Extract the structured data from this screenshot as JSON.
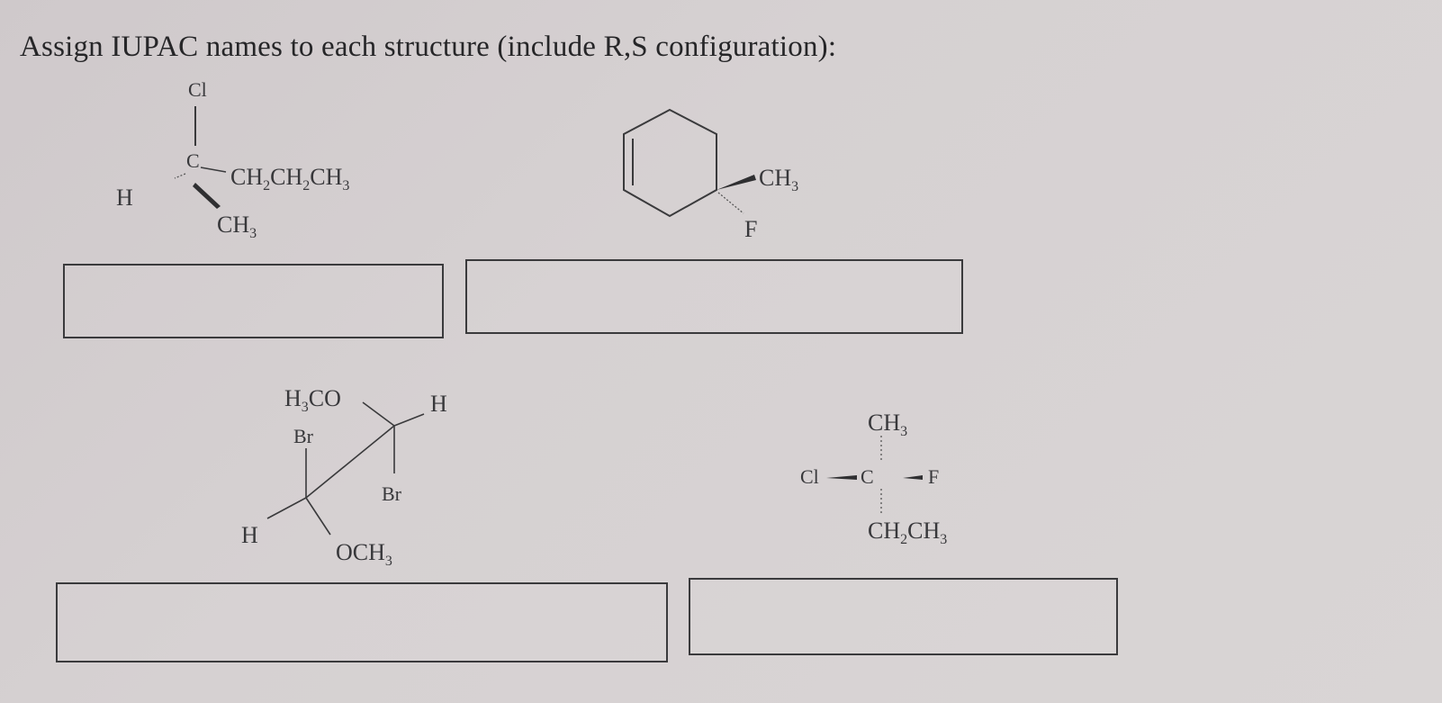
{
  "instruction": "Assign IUPAC names to each structure (include R,S configuration):",
  "structures": {
    "s1": {
      "top": "Cl",
      "center": "C",
      "left": "H",
      "right_main": "CH",
      "right_sub1": "2",
      "right_mid": "CH",
      "right_sub2": "2",
      "right_end": "CH",
      "right_sub3": "3",
      "bottom_main": "CH",
      "bottom_sub": "3"
    },
    "s2": {
      "methyl_main": "CH",
      "methyl_sub": "3",
      "fluoro": "F"
    },
    "s3": {
      "methoxy_top_main": "H",
      "methoxy_top_sub": "3",
      "methoxy_top_end": "CO",
      "h_top": "H",
      "br_upper": "Br",
      "br_lower": "Br",
      "h_bottom": "H",
      "methoxy_bottom_main": "OCH",
      "methoxy_bottom_sub": "3"
    },
    "s4": {
      "top_main": "CH",
      "top_sub": "3",
      "left": "Cl",
      "center": "C",
      "right": "F",
      "bottom_main": "CH",
      "bottom_sub1": "2",
      "bottom_mid": "CH",
      "bottom_sub2": "3"
    }
  },
  "answer_boxes": [
    "",
    "",
    "",
    ""
  ]
}
